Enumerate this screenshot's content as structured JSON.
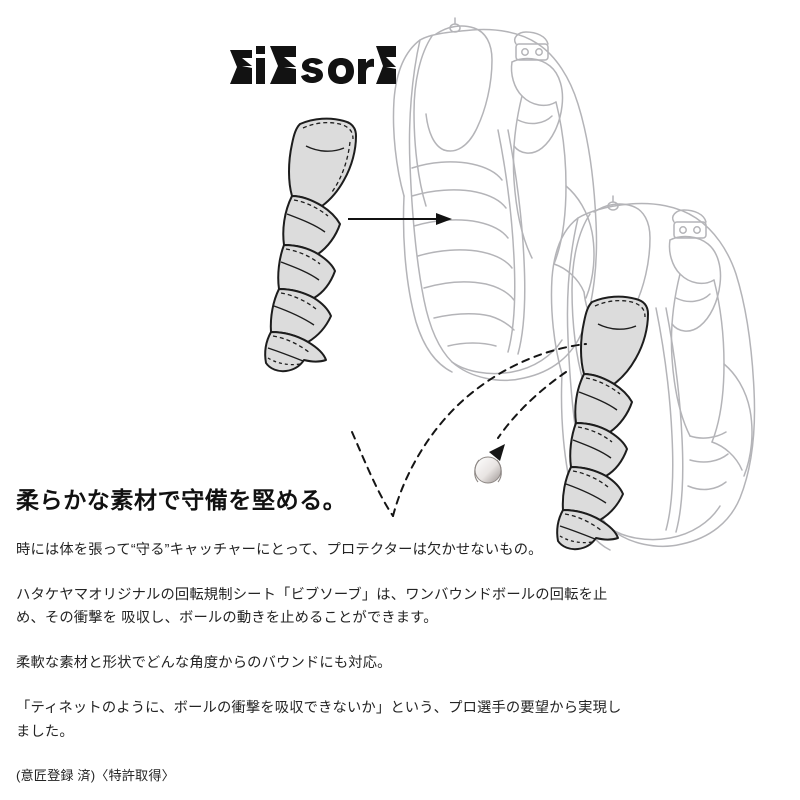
{
  "brand": {
    "logo_text": "BiBsorB",
    "logo_name": "bibsorb-logo"
  },
  "illustration": {
    "detached_sheet": {
      "label": "bibsorb-rotation-control-sheet",
      "fill_color": "#dcdcdc",
      "outline_color": "#1d1d1d",
      "stitch_style": "dashed"
    },
    "protector_left": {
      "label": "chest-protector-without-sheet",
      "line_color": "#b4b4b8"
    },
    "protector_right": {
      "label": "chest-protector-with-sheet",
      "line_color": "#b4b4b8"
    },
    "install_arrow": {
      "label": "installation-arrow",
      "style": "solid",
      "color": "#111111"
    },
    "bounce_path": {
      "label": "ball-bounce-trajectory",
      "style": "dashed",
      "color": "#151515"
    },
    "baseball": {
      "label": "baseball",
      "color": "#e9e6e4"
    }
  },
  "copy": {
    "headline": "柔らかな素材で守備を堅める。",
    "paragraphs": [
      "時には体を張って“守る”キャッチャーにとって、プロテクターは欠かせないもの。",
      "ハタケヤマオリジナルの回転規制シート「ビブソーブ」は、ワンバウンドボールの回転を止め、その衝撃を 吸収し、ボールの動きを止めることができます。",
      "柔軟な素材と形状でどんな角度からのバウンドにも対応。",
      "「ティネットのように、ボールの衝撃を吸収できないか」という、プロ選手の要望から実現しました。"
    ],
    "legal": "(意匠登録 済)〈特許取得〉"
  },
  "colors": {
    "background": "#ffffff",
    "text": "#242424",
    "headline": "#111111",
    "sheet_fill": "#dcdcdc",
    "line_art": "#b4b4b8"
  }
}
